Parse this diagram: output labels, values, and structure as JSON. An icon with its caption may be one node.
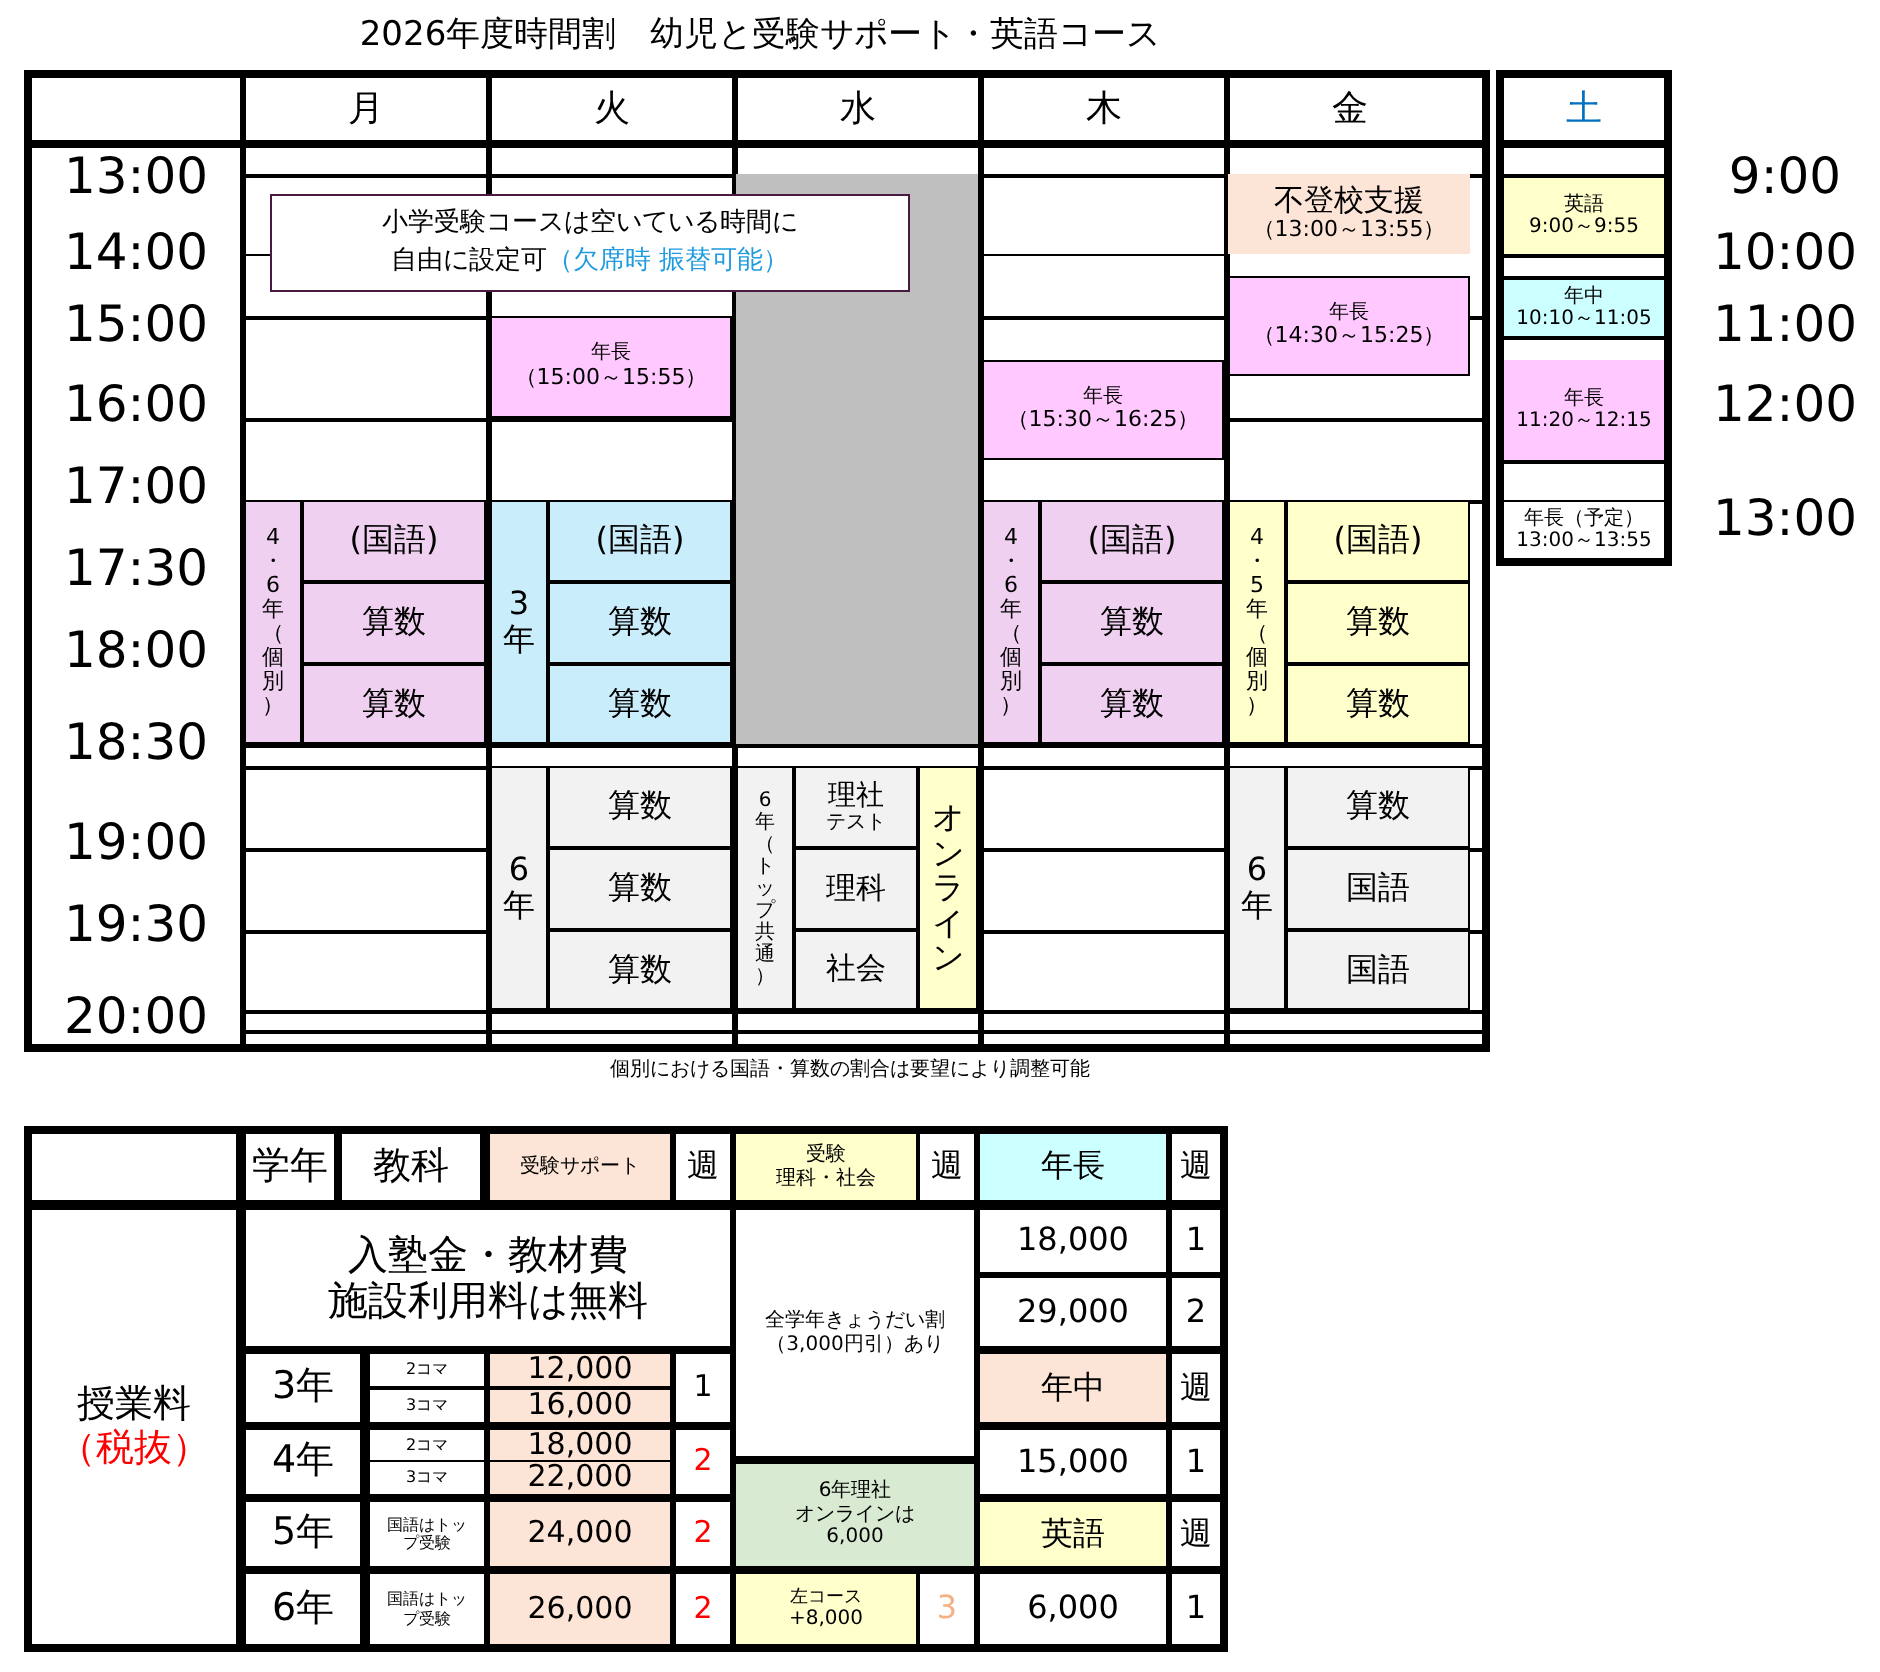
{
  "diagram": {
    "title": "2026年度時間割　幼児と受験サポート・英語コース",
    "nodes": [
      {
        "text": [],
        "shape": "box"
      }
    ],
    "labels": [
      "月",
      "火",
      "水",
      "木",
      "金",
      "土",
      "13:00",
      "14:00",
      "15:00",
      "16:00",
      "17:00",
      "17:30",
      "18:00",
      "18:30",
      "19:00",
      "19:30",
      "20:00",
      "9:00",
      "10:00",
      "11:00",
      "12:00",
      "13:00",
      "小学受験コースは空いている時間に",
      "自由に設定可",
      "（欠席時 振替可能）",
      "不登校支援",
      "（13:00～13:55）",
      "英語",
      "9:00～9:55",
      "年長",
      "（14:30～15:25）",
      "年中",
      "10:10～11:05",
      "年長",
      "（15:00～15:55）",
      "年長",
      "（15:30～16:25）",
      "年長",
      "11:20～12:15",
      "年長（予定）",
      "13:00～13:55",
      "4・6年（個別）",
      "(国語)",
      "算数",
      "算数",
      "3年",
      "(国語)",
      "算数",
      "算数",
      "4・6年（個別）",
      "(国語)",
      "算数",
      "算数",
      "4・5年（個別）",
      "(国語)",
      "算数",
      "算数",
      "6年",
      "算数",
      "算数",
      "算数",
      "6年（トップ共通）",
      "理社",
      "テスト",
      "理科",
      "社会",
      "オンライン",
      "6年",
      "算数",
      "国語",
      "国語",
      "個別における国語・算数の割合は要望により調整可能",
      "学年",
      "教科",
      "受験サポート",
      "週",
      "受験",
      "理科・社会",
      "週",
      "年長",
      "週",
      "授業料",
      "（税抜）",
      "入塾金・教材費",
      "施設利用料は無料",
      "全学年きょうだい割（3,000円引）あり",
      "3年",
      "2コマ",
      "12,000",
      "1",
      "3コマ",
      "16,000",
      "4年",
      "2コマ",
      "18,000",
      "2",
      "3コマ",
      "22,000",
      "5年",
      "国語はトップ受験",
      "24,000",
      "2",
      "6年",
      "国語はトップ受験",
      "26,000",
      "2",
      "6年理社",
      "オンラインは6,000",
      "左コース",
      "+8,000",
      "3",
      "18,000",
      "1",
      "29,000",
      "2",
      "年中",
      "週",
      "15,000",
      "1",
      "英語",
      "週",
      "6,000",
      "1"
    ]
  }
}
